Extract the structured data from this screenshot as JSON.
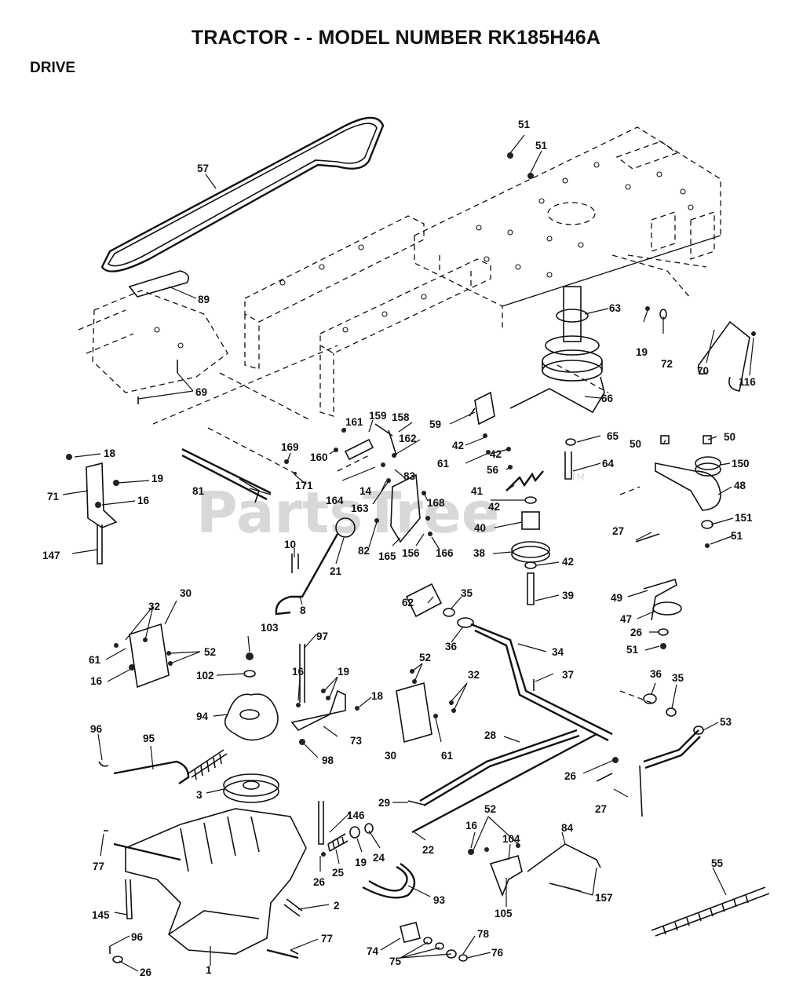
{
  "title": "TRACTOR - - MODEL NUMBER RK185H46A",
  "section": "DRIVE",
  "watermark": "PartsTree",
  "watermark_tm": "TM",
  "callouts": [
    {
      "id": "c57",
      "text": "57"
    },
    {
      "id": "c89",
      "text": "89"
    },
    {
      "id": "c69",
      "text": "69"
    },
    {
      "id": "c51a",
      "text": "51"
    },
    {
      "id": "c51b",
      "text": "51"
    },
    {
      "id": "c63",
      "text": "63"
    },
    {
      "id": "c19a",
      "text": "19"
    },
    {
      "id": "c72",
      "text": "72"
    },
    {
      "id": "c70",
      "text": "70"
    },
    {
      "id": "c116",
      "text": "116"
    },
    {
      "id": "c66",
      "text": "66"
    },
    {
      "id": "c59",
      "text": "59"
    },
    {
      "id": "c42a",
      "text": "42"
    },
    {
      "id": "c61a",
      "text": "61"
    },
    {
      "id": "c42b",
      "text": "42"
    },
    {
      "id": "c56",
      "text": "56"
    },
    {
      "id": "c65",
      "text": "65"
    },
    {
      "id": "c64",
      "text": "64"
    },
    {
      "id": "c50a",
      "text": "50"
    },
    {
      "id": "c50b",
      "text": "50"
    },
    {
      "id": "c150",
      "text": "150"
    },
    {
      "id": "c48",
      "text": "48"
    },
    {
      "id": "c18a",
      "text": "18"
    },
    {
      "id": "c19b",
      "text": "19"
    },
    {
      "id": "c71",
      "text": "71"
    },
    {
      "id": "c16a",
      "text": "16"
    },
    {
      "id": "c147",
      "text": "147"
    },
    {
      "id": "c169",
      "text": "169"
    },
    {
      "id": "c161",
      "text": "161"
    },
    {
      "id": "c159",
      "text": "159"
    },
    {
      "id": "c158",
      "text": "158"
    },
    {
      "id": "c162",
      "text": "162"
    },
    {
      "id": "c160",
      "text": "160"
    },
    {
      "id": "c171",
      "text": "171"
    },
    {
      "id": "c81",
      "text": "81"
    },
    {
      "id": "c164",
      "text": "164"
    },
    {
      "id": "c14",
      "text": "14"
    },
    {
      "id": "c83",
      "text": "83"
    },
    {
      "id": "c168",
      "text": "168"
    },
    {
      "id": "c163",
      "text": "163"
    },
    {
      "id": "c41",
      "text": "41"
    },
    {
      "id": "c42c",
      "text": "42"
    },
    {
      "id": "c40",
      "text": "40"
    },
    {
      "id": "c27a",
      "text": "27"
    },
    {
      "id": "c151",
      "text": "151"
    },
    {
      "id": "c51c",
      "text": "51"
    },
    {
      "id": "c10",
      "text": "10"
    },
    {
      "id": "c82",
      "text": "82"
    },
    {
      "id": "c165",
      "text": "165"
    },
    {
      "id": "c156",
      "text": "156"
    },
    {
      "id": "c166",
      "text": "166"
    },
    {
      "id": "c38",
      "text": "38"
    },
    {
      "id": "c42d",
      "text": "42"
    },
    {
      "id": "c21",
      "text": "21"
    },
    {
      "id": "c39",
      "text": "39"
    },
    {
      "id": "c8",
      "text": "8"
    },
    {
      "id": "c49",
      "text": "49"
    },
    {
      "id": "c47",
      "text": "47"
    },
    {
      "id": "c26a",
      "text": "26"
    },
    {
      "id": "c51d",
      "text": "51"
    },
    {
      "id": "c32a",
      "text": "32"
    },
    {
      "id": "c30a",
      "text": "30"
    },
    {
      "id": "c103",
      "text": "103"
    },
    {
      "id": "c97",
      "text": "97"
    },
    {
      "id": "c35a",
      "text": "35"
    },
    {
      "id": "c62",
      "text": "62"
    },
    {
      "id": "c36a",
      "text": "36"
    },
    {
      "id": "c34",
      "text": "34"
    },
    {
      "id": "c61b",
      "text": "61"
    },
    {
      "id": "c52a",
      "text": "52"
    },
    {
      "id": "c16b",
      "text": "16"
    },
    {
      "id": "c102",
      "text": "102"
    },
    {
      "id": "c16c",
      "text": "16"
    },
    {
      "id": "c19c",
      "text": "19"
    },
    {
      "id": "c52b",
      "text": "52"
    },
    {
      "id": "c32b",
      "text": "32"
    },
    {
      "id": "c37",
      "text": "37"
    },
    {
      "id": "c18b",
      "text": "18"
    },
    {
      "id": "c36b",
      "text": "36"
    },
    {
      "id": "c35b",
      "text": "35"
    },
    {
      "id": "c94",
      "text": "94"
    },
    {
      "id": "c73",
      "text": "73"
    },
    {
      "id": "c53",
      "text": "53"
    },
    {
      "id": "c96a",
      "text": "96"
    },
    {
      "id": "c95",
      "text": "95"
    },
    {
      "id": "c98",
      "text": "98"
    },
    {
      "id": "c30b",
      "text": "30"
    },
    {
      "id": "c61c",
      "text": "61"
    },
    {
      "id": "c28",
      "text": "28"
    },
    {
      "id": "c26b",
      "text": "26"
    },
    {
      "id": "c3",
      "text": "3"
    },
    {
      "id": "c27b",
      "text": "27"
    },
    {
      "id": "c29",
      "text": "29"
    },
    {
      "id": "c146",
      "text": "146"
    },
    {
      "id": "c52c",
      "text": "52"
    },
    {
      "id": "c16d",
      "text": "16"
    },
    {
      "id": "c84",
      "text": "84"
    },
    {
      "id": "c104",
      "text": "104"
    },
    {
      "id": "c22",
      "text": "22"
    },
    {
      "id": "c77a",
      "text": "77"
    },
    {
      "id": "c24",
      "text": "24"
    },
    {
      "id": "c19d",
      "text": "19"
    },
    {
      "id": "c25",
      "text": "25"
    },
    {
      "id": "c26c",
      "text": "26"
    },
    {
      "id": "c55",
      "text": "55"
    },
    {
      "id": "c93",
      "text": "93"
    },
    {
      "id": "c157",
      "text": "157"
    },
    {
      "id": "c145",
      "text": "145"
    },
    {
      "id": "c2",
      "text": "2"
    },
    {
      "id": "c105",
      "text": "105"
    },
    {
      "id": "c96b",
      "text": "96"
    },
    {
      "id": "c77b",
      "text": "77"
    },
    {
      "id": "c78",
      "text": "78"
    },
    {
      "id": "c74",
      "text": "74"
    },
    {
      "id": "c76",
      "text": "76"
    },
    {
      "id": "c75",
      "text": "75"
    },
    {
      "id": "c26d",
      "text": "26"
    },
    {
      "id": "c1",
      "text": "1"
    }
  ]
}
